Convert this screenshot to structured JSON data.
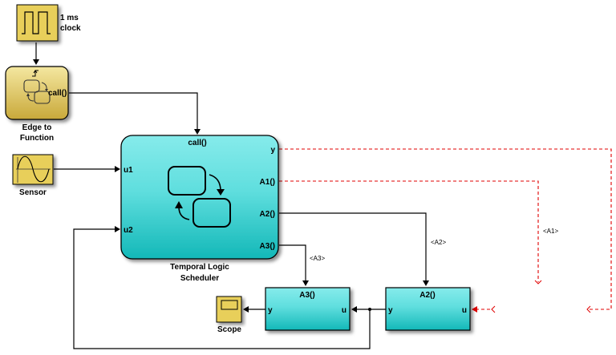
{
  "diagram": {
    "colors": {
      "source_block": "#e8cf5a",
      "chart_block": "#3fd3d5",
      "subsystem_block": "#3fd3d5",
      "line": "#000000",
      "unconnected_line": "#e00000"
    },
    "blocks": {
      "clock": {
        "label_line1": "1 ms",
        "label_line2": "clock"
      },
      "edge_to_function": {
        "label_line1": "Edge to",
        "label_line2": "Function",
        "out_port": "call()"
      },
      "sensor": {
        "label": "Sensor"
      },
      "scheduler": {
        "label_line1": "Temporal Logic",
        "label_line2": "Scheduler",
        "trigger_port": "call()",
        "in_ports": [
          "u1",
          "u2"
        ],
        "out_ports": [
          "y",
          "A1()",
          "A2()",
          "A3()"
        ]
      },
      "a3": {
        "title": "A3()",
        "in_port": "u",
        "out_port": "y"
      },
      "a2": {
        "title": "A2()",
        "in_port": "u",
        "out_port": "y"
      },
      "scope": {
        "label": "Scope"
      }
    },
    "signals": {
      "a1": "<A1>",
      "a2": "<A2>",
      "a3": "<A3>"
    }
  }
}
